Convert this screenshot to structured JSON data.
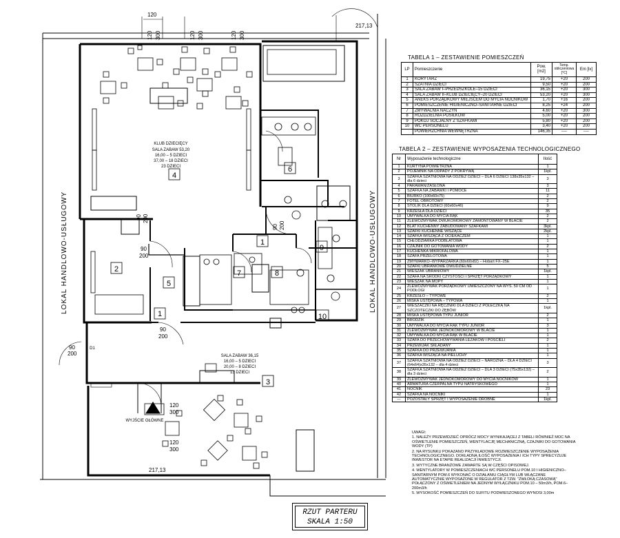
{
  "labels": {
    "side_left": "LOKAL HANDLOWO-USŁUGOWY",
    "side_right": "LOKAL HANDLOWO-USŁUGOWY",
    "exit": "WYJŚCIE GŁÓWNE",
    "club": [
      "KLUB DZIECIĘCY",
      "SALA ZABAW 53,20",
      "16,00 – 5 DZIECI",
      "37,00 – 18 DZIECI",
      "23 DZIECI"
    ],
    "room3": [
      "SALA ZABAW 36,15",
      "16,00 – 5 DZIECI",
      "20,00 – 8 DZIECI",
      "13 DZIECI"
    ],
    "dims": {
      "d120": "120",
      "d300": "300",
      "d90": "90",
      "d200": "200",
      "d217": "217,13",
      "d1": "D1",
      "w2170": "217,13"
    },
    "numbers": [
      "1",
      "2",
      "3",
      "4",
      "5",
      "6",
      "7",
      "8",
      "9",
      "10"
    ]
  },
  "table1": {
    "title": "TABELA 1 – ZESTAWIENIE POMIESZCZEŃ",
    "headers": [
      "LP",
      "Pomieszczenie",
      "Pow. [m2]",
      "Temp. obliczeniowa [°C]",
      "Em [lx]"
    ],
    "rows": [
      [
        "1",
        "KORYTARZ",
        "19,75",
        "+20",
        "200"
      ],
      [
        "2",
        "SZATNIA DZIECI",
        "9,50",
        "+20",
        "200"
      ],
      [
        "3",
        "SALA ZABAW I–PRZEDSZKOLE–15 DZIECI",
        "36,15",
        "+20",
        "300"
      ],
      [
        "4",
        "SALA ZABAW II–KLUB DZIECIĘCY–20 DZIECI",
        "53,20",
        "+20",
        "300"
      ],
      [
        "5",
        "ANEKS PORZĄDKOWY MIEJSCEM DO MYCIA NOCNIKÓW",
        "1,70",
        "+16",
        "200"
      ],
      [
        "6",
        "POMIESZCZENIE HIGIENICZNO–SANITARNE DZIECI",
        "8,25",
        "+24",
        "200"
      ],
      [
        "7",
        "ZMYWALNIA NACZYŃ",
        "4,60",
        "+20",
        "300"
      ],
      [
        "8",
        "ROZDZIELNIA POSIŁKÓW",
        "5,00",
        "+20",
        "200"
      ],
      [
        "9",
        "POKÓJ SOCJALNY Z SZAFKAMI",
        "5,80",
        "+20",
        "200"
      ],
      [
        "10",
        "WC PERSONELU",
        "3,40",
        "+20",
        "200"
      ],
      [
        "",
        "POWIERZCHNIA WEWNĘTRZNA",
        "146,35",
        "----",
        "----"
      ]
    ]
  },
  "table2": {
    "title": "TABELA 2 – ZESTAWIENIE WYPOSAŻENIA TECHNOLOGICZNEGO",
    "headers": [
      "Nr",
      "Wyposażenie technologiczne",
      "Ilość"
    ],
    "rows": [
      [
        "1",
        "KURTYNA POWIETRZNA",
        "1"
      ],
      [
        "2",
        "POJEMNIK NA ODPADY Z POKRYWĄ",
        "1kpl."
      ],
      [
        "3",
        "SZAFKA SZATNIOWA NA ODZIEŻ DZIECI – DLA 6 DZIECI 138x35x132 – dla 6 dzieci",
        "3"
      ],
      [
        "4",
        "PARAWAN/ZASŁONA",
        "3"
      ],
      [
        "5",
        "SZAFKA NA ZABAWKI I POMOCE",
        "11"
      ],
      [
        "6",
        "BIURKO (100x60x75)",
        "2"
      ],
      [
        "7",
        "FOTEL OBROTOWY",
        "2"
      ],
      [
        "8",
        "STOLIK DLA DZIECI (60x60x46)",
        "9"
      ],
      [
        "9",
        "KRZESŁA DLA DZIECI",
        "35"
      ],
      [
        "10",
        "UMYWALKA DO MYCIA RĄK",
        "2"
      ],
      [
        "11",
        "ZLEWOZMYWAK DWUKOMOROWY ZAMONTOWANY W BLACIE",
        "2"
      ],
      [
        "12",
        "BLAT KUCHENNY ZABUDOWANY SZAFKAMI",
        "3kpl."
      ],
      [
        "13",
        "SZAFKI KUCHENNE WISZĄCE",
        "2kpl."
      ],
      [
        "14",
        "SZAFKA WISZĄCA Z OCIEKACZEM",
        "1"
      ],
      [
        "15",
        "CHŁODZIARKA PODBLATOWA",
        "1"
      ],
      [
        "16",
        "CZAJNIK DO GOTOWANIA WODY",
        "2"
      ],
      [
        "17",
        "KUCHENKA MIKROFALOWA",
        "1"
      ],
      [
        "18",
        "SZAFA PRZELOTOWA",
        "1"
      ],
      [
        "19",
        "ZMYWARKO–WYPARZARKA (60x60x82) – Hobart FX–25E",
        "1"
      ],
      [
        "20",
        "SZAFKI UBRANIOWE DWUDZIELNE",
        "5"
      ],
      [
        "21",
        "WIESZAK UBRANIOWY",
        "1kpl."
      ],
      [
        "22",
        "SZAFA NA ŚRODKI CZYSTOŚCI I SPRZĘT PORZĄDKOWY",
        "1"
      ],
      [
        "23",
        "WIESZAK NA MOPY",
        "1"
      ],
      [
        "24",
        "ZLEWOZMYWAK PORZĄDKOWY UMIESZCZONY NA WYS. 50 CM OD PODŁOGI",
        "1"
      ],
      [
        "25",
        "KRZESŁO – TYPOWE",
        "2"
      ],
      [
        "26",
        "MISKA USTĘPOWA – TYPOWA",
        "1"
      ],
      [
        "27",
        "WIESZACZKI NA RĘCZNIKI DLA DZIECI Z PÓŁECZKĄ NA SZCZOTECZKI DO ZĘBÓW",
        "1kpl."
      ],
      [
        "28",
        "MISKA USTĘPOWA TYPU JUNIOR",
        "2"
      ],
      [
        "29",
        "BRODZIK",
        "1"
      ],
      [
        "30",
        "UMYWALKA DO MYCIA RĄK TYPU JUNIOR",
        "3"
      ],
      [
        "31",
        "ZLEWOZMYWAK JEDNOKOMOROWY W BLACIE",
        "1"
      ],
      [
        "32",
        "UMYWALKA DO MYCIA RĄK W BLACIE",
        "1"
      ],
      [
        "33",
        "SZAFA DO PRZECHOWYWANIA LEŻAKÓW I POŚCIELI",
        "2"
      ],
      [
        "34",
        "PRZEWIJAK SKŁADANY",
        "1"
      ],
      [
        "35",
        "SZAFKA DO PRZEWIJANIA",
        "1"
      ],
      [
        "36",
        "SZAFKA WISZĄCA NA PIELUCHY",
        "1"
      ],
      [
        "37",
        "SZAFKA SZATNIOWA NA ODZIEŻ DZIECI – NAROŻNA – DLA 4 DZIECI (64x64)x35x132 – dla 4 dzieci",
        "3"
      ],
      [
        "38",
        "SZAFKA SZATNIOWA NA ODZIEŻ DZIECI – DLA 3 DZIECI (75x35x132) – dla 3 dzieci",
        "2"
      ],
      [
        "39",
        "ZLEWOZMYWAK JEDNOKOMOROWY DO MYCIA NOCNIKÓW",
        "1"
      ],
      [
        "40",
        "ARMATURA CZERPALNA TYPU NATRYSKOWEGO",
        "1"
      ],
      [
        "41",
        "NOCNIK",
        "23"
      ],
      [
        "42",
        "SZAFKA NA NOCNIKI",
        "1"
      ],
      [
        "---",
        "POZOSTAŁY SPRZĘT I WYPOSAŻENIE DROBNE",
        "1kpl."
      ]
    ]
  },
  "notes": {
    "head": "UWAGI:",
    "items": [
      "1. NALEŻY PRZEWIDZIEĆ OPRÓCZ MOCY WYNIKAJĄCEJ Z TABELI RÓWNIEŻ MOC NA OŚWIETLENIE POMIESZCZEŃ, WENTYLACJĘ MECHANICZNĄ, CZAJNIKI DO GOTOWANIA WODY (TP)",
      "2. NA RYSUNKU POKAZANO PRZYKŁADOWE ROZMIESZCZENIE WYPOSAŻENIA TECHNOLOGICZNEGO. DOKŁADNĄ ILOŚĆ WYPOSAŻENIA I ICH TYPY SPRECYZUJE INWESTOR NA ETAPIE REALIZACJI INWESTYCJI.",
      "3. WYTYCZNE BRANŻOWE ZAWARTE SĄ W CZĘŚCI OPISOWEJ.",
      "4. WENTYLATORY W POMIESZCZENIACH WC PERSONELU POM.10 I HIGIENICZNO–SANITARNYM POM.6 WYKONAĆ O DZIAŁANIU CIĄGŁYM LUB WŁĄCZANE AUTOMATYCZNIE WYPOSAŻONE W REGULATOR Z TZW. \"ZWŁOKĄ CZASOWĄ\" POŁĄCZONY Z OŚWIETLENIEM NA JEDNYM WYŁĄCZNIKU POM.10 – 50m3/h, POM.6–200m3/h",
      "5. WYSOKOŚĆ POMIESZCZEŃ DO SUFITU PODWIESZONEGO WYNOSI 3,00m"
    ]
  },
  "stamp": {
    "line1": "RZUT PARTERU",
    "line2": "SKALA 1:50"
  }
}
